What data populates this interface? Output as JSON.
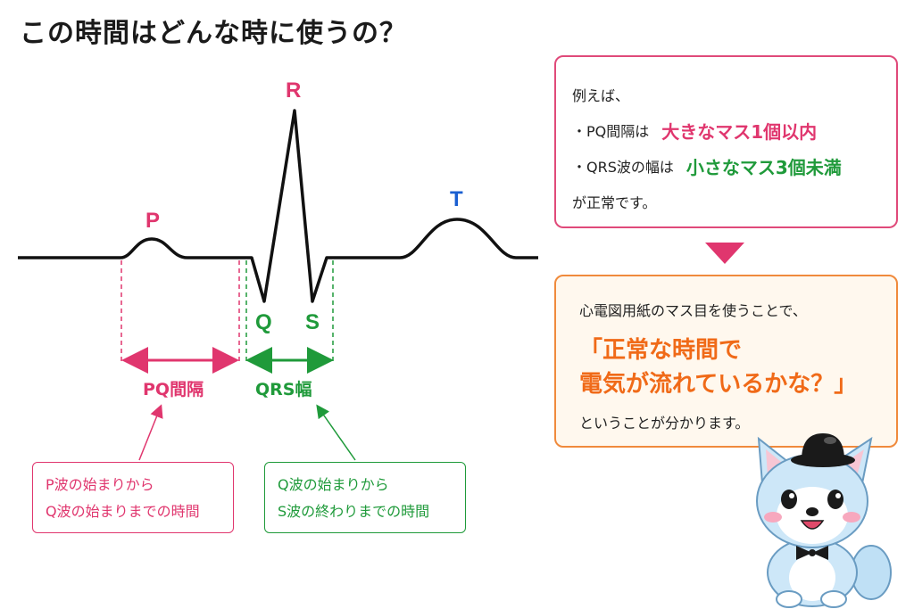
{
  "title": "この時間はどんな時に使うの？",
  "colors": {
    "pink": "#e0366e",
    "green": "#1f9a3a",
    "blue": "#1a5fd1",
    "orange": "#f06a18",
    "black": "#111111"
  },
  "waves": {
    "p": "P",
    "q": "Q",
    "r": "R",
    "s": "S",
    "t": "T"
  },
  "intervals": {
    "pq": "PQ間隔",
    "qrs": "QRS幅"
  },
  "notes": {
    "pq": {
      "line1": "P波の始まりから",
      "line2": "Q波の始まりまでの時間"
    },
    "qrs": {
      "line1": "Q波の始まりから",
      "line2": "S波の終わりまでの時間"
    }
  },
  "info_box": {
    "intro": "例えば、",
    "row1_prefix": "・PQ間隔は",
    "row1_value": "大きなマス1個以内",
    "row2_prefix": "・QRS波の幅は",
    "row2_value": "小さなマス3個未満",
    "outro": "が正常です。"
  },
  "summary_box": {
    "line1": "心電図用紙のマス目を使うことで、",
    "quote1": "「正常な時間で",
    "quote2": "電気が流れているかな？」",
    "line3": "ということが分かります。"
  },
  "mascot": {
    "icon": "dog-mascot-with-bowler-hat"
  }
}
